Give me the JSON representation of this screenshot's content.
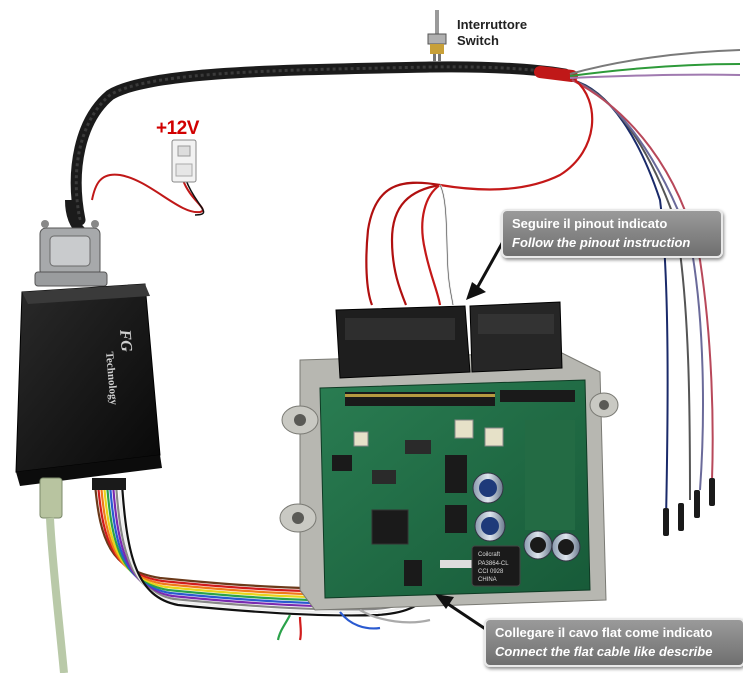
{
  "labels": {
    "switch_it": "Interruttore",
    "switch_en": "Switch",
    "power": "+12V",
    "pinout_it": "Seguire il pinout indicato",
    "pinout_en": "Follow the pinout instruction",
    "flat_it": "Collegare il cavo flat come indicato",
    "flat_en": "Connect the flat cable like describe"
  },
  "device": {
    "brand_logo": "FG",
    "brand_text": "Technology"
  },
  "chip": {
    "line1": "Coilcraft",
    "line2": "PA3864-CL",
    "line3": "CCI 0928",
    "line4": "CHINA"
  },
  "colors": {
    "callout_bg": "#8a8a8a",
    "power_label": "#d10000",
    "pcb_green": "#1f6e45",
    "device_body": "#141414"
  }
}
